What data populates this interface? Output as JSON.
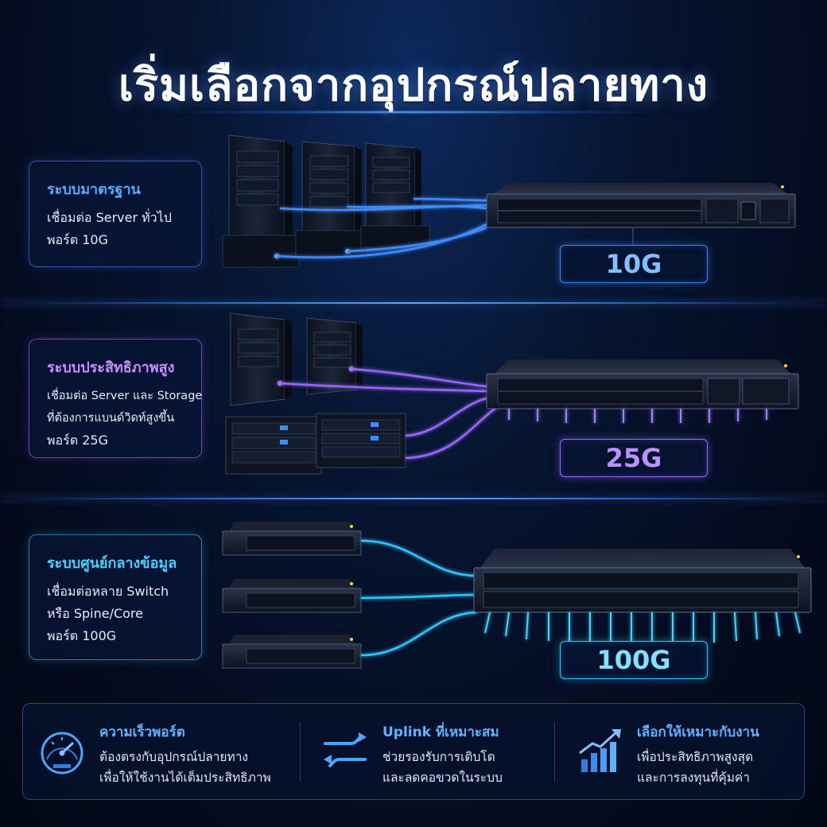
{
  "title": "เริ่มเลือกจากอุปกรณ์ปลายทาง",
  "tiers": [
    {
      "card_title": "ระบบมาตรฐาน",
      "lines": [
        "เชื่อมต่อ Server ทั่วไป",
        "พอร์ต 10G"
      ],
      "badge": "10G",
      "accent": "#3a86ff"
    },
    {
      "card_title": "ระบบประสิทธิภาพสูง",
      "lines": [
        "เชื่อมต่อ Server และ Storage",
        "ที่ต้องการแบนด์วิดท์สูงขึ้น",
        "พอร์ต 25G"
      ],
      "badge": "25G",
      "accent": "#9a66ff"
    },
    {
      "card_title": "ระบบศูนย์กลางข้อมูล",
      "lines": [
        "เชื่อมต่อหลาย Switch",
        "หรือ Spine/Core",
        "พอร์ต 100G"
      ],
      "badge": "100G",
      "accent": "#2ec6ff"
    }
  ],
  "footer": [
    {
      "icon": "speedometer-icon",
      "title": "ความเร็วพอร์ต",
      "lines": [
        "ต้องตรงกับอุปกรณ์ปลายทาง",
        "เพื่อให้ใช้งานได้เต็มประสิทธิภาพ"
      ]
    },
    {
      "icon": "swap-arrows-icon",
      "title": "Uplink ที่เหมาะสม",
      "lines": [
        "ช่วยรองรับการเติบโต",
        "และลดคอขวดในระบบ"
      ]
    },
    {
      "icon": "growth-chart-icon",
      "title": "เลือกให้เหมาะกับงาน",
      "lines": [
        "เพื่อประสิทธิภาพสูงสุด",
        "และการลงทุนที่คุ้มค่า"
      ]
    }
  ]
}
